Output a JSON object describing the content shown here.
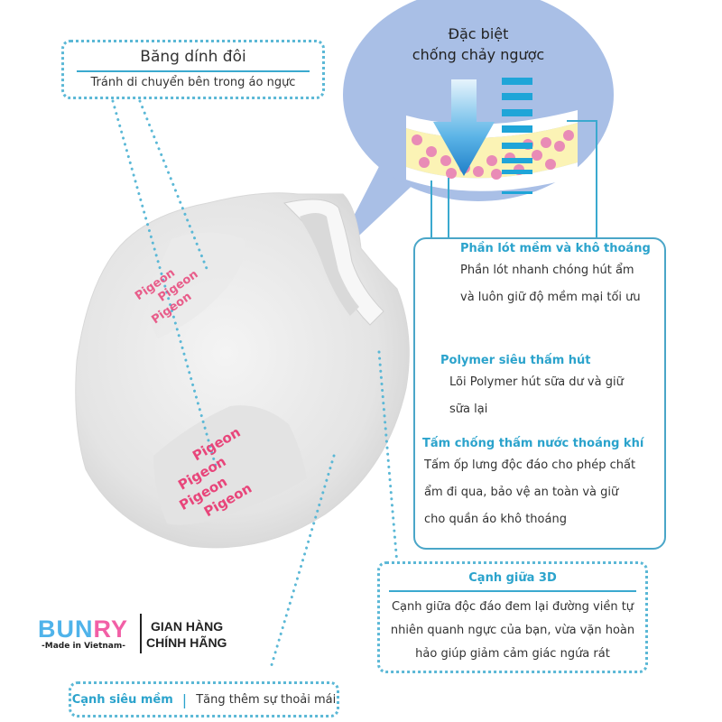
{
  "colors": {
    "accent": "#2ba3cc",
    "dotted_border": "#5bb8d6",
    "bubble": "#a9bfe6",
    "pink_dot": "#e98bb6",
    "yellow_layer": "#fbf3b5",
    "brand_blue": "#4fb3ea",
    "brand_pink": "#f25fa6",
    "pad_print": "#e8457a"
  },
  "callout_adhesive": {
    "title": "Băng dính đôi",
    "subtitle": "Tránh di chuyển bên trong áo ngực"
  },
  "bubble": {
    "title_line1": "Đặc biệt",
    "title_line2": "chống chảy ngược"
  },
  "features_panel": {
    "sections": [
      {
        "title": "Phần lót mềm và khô thoáng",
        "lines": [
          "Phần lót nhanh chóng hút ẩm",
          "và luôn giữ độ mềm mại tối ưu"
        ]
      },
      {
        "title": "Polymer siêu thấm hút",
        "lines": [
          "Lõi Polymer hút sữa dư và giữ",
          "sữa lại"
        ]
      },
      {
        "title": "Tấm chống thấm nước thoáng khí",
        "lines": [
          "Tấm ốp lưng độc đáo cho phép chất",
          "ẩm đi qua, bảo vệ an toàn và giữ",
          "cho quần áo khô thoáng"
        ]
      }
    ]
  },
  "callout_3d_edge": {
    "title": "Cạnh giữa 3D",
    "lines": [
      "Cạnh giữa độc đáo đem lại đường viền tự",
      "nhiên quanh ngực của bạn, vừa vặn hoàn",
      "hảo giúp giảm cảm giác ngứa rát"
    ]
  },
  "callout_soft_edge": {
    "title": "Cạnh siêu mềm",
    "separator": "|",
    "subtitle": "Tăng thêm sự thoải mái"
  },
  "brand": {
    "name_part1": "BUN",
    "name_part2": "RY",
    "tagline": "-Made in Vietnam-",
    "badge_line1": "GIAN HÀNG",
    "badge_line2": "CHÍNH HÃNG"
  },
  "product": {
    "print_text": "Pigeon"
  }
}
